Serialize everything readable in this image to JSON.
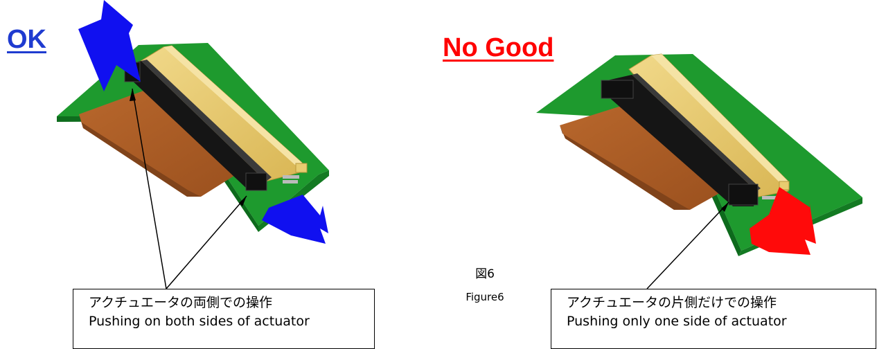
{
  "ok_panel": {
    "title": "OK",
    "caption_jp": "アクチュエータの両側での操作",
    "caption_en": "Pushing on both sides of actuator"
  },
  "ng_panel": {
    "title": "No Good",
    "caption_jp": "アクチュエータの片側だけでの操作",
    "caption_en": "Pushing only one side of actuator"
  },
  "figure": {
    "label_jp": "図6",
    "label_en": "Figure6"
  },
  "colors": {
    "ok_arrow": "#1010f0",
    "ng_arrow": "#ff0a0a",
    "ok_title": "#1f3bd0",
    "ng_title": "#ff0000",
    "pcb": "#1e9a2e",
    "fpc": "#a85a24",
    "connector_housing": "#e6c766",
    "actuator": "#151515"
  }
}
